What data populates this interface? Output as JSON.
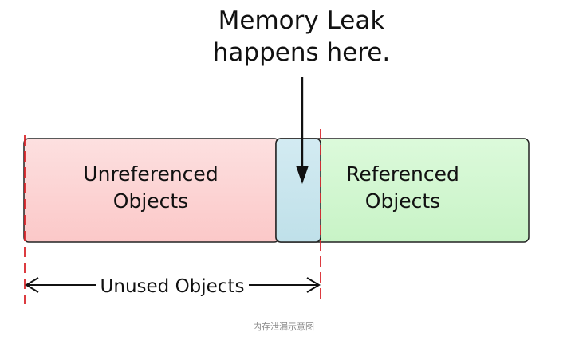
{
  "annotation": {
    "line1": "Memory Leak",
    "line2": "happens here."
  },
  "blocks": {
    "unreferenced": {
      "line1": "Unreferenced",
      "line2": "Objects"
    },
    "referenced": {
      "line1": "Referenced",
      "line2": "Objects"
    }
  },
  "span_label": "Unused Objects",
  "caption": "内存泄漏示意图",
  "colors": {
    "unreferenced_fill": "#fdd0d0",
    "leak_fill": "#c6e4ec",
    "referenced_fill": "#cff6cd",
    "boundary_line": "#d8262b",
    "outline": "#222222"
  }
}
